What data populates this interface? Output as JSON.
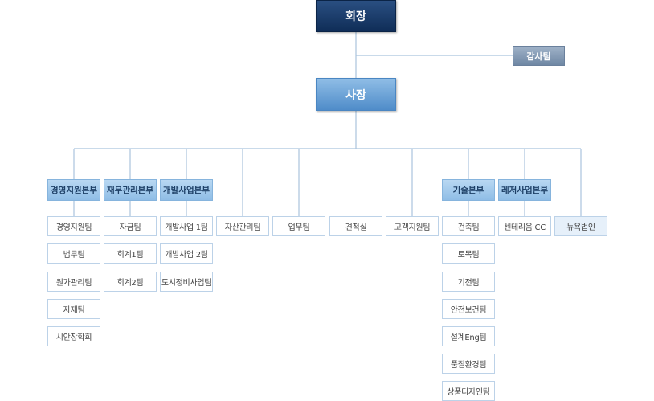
{
  "chairman": "회장",
  "audit": "감사팀",
  "ceo": "사장",
  "divisions": {
    "management_support": {
      "label": "경영지원본부",
      "teams": [
        "경영지원팀",
        "법무팀",
        "원가관리팀",
        "자재팀",
        "시안장학회"
      ]
    },
    "finance": {
      "label": "재무관리본부",
      "teams": [
        "자금팀",
        "회계1팀",
        "회계2팀"
      ]
    },
    "development": {
      "label": "개발사업본부",
      "teams": [
        "개발사업 1팀",
        "개발사업 2팀",
        "도시정비사업팀"
      ]
    },
    "technology": {
      "label": "기술본부",
      "teams": [
        "건축팀",
        "토목팀",
        "기전팀",
        "안전보건팀",
        "설계Eng팀",
        "품질환경팀",
        "상품디자인팀"
      ]
    },
    "leisure": {
      "label": "레저사업본부",
      "teams": [
        "센테리움 CC"
      ]
    }
  },
  "independent_teams": [
    "자산관리팀",
    "업무팀",
    "견적실",
    "고객지원팀"
  ],
  "newyork_corp": "뉴욕법인"
}
